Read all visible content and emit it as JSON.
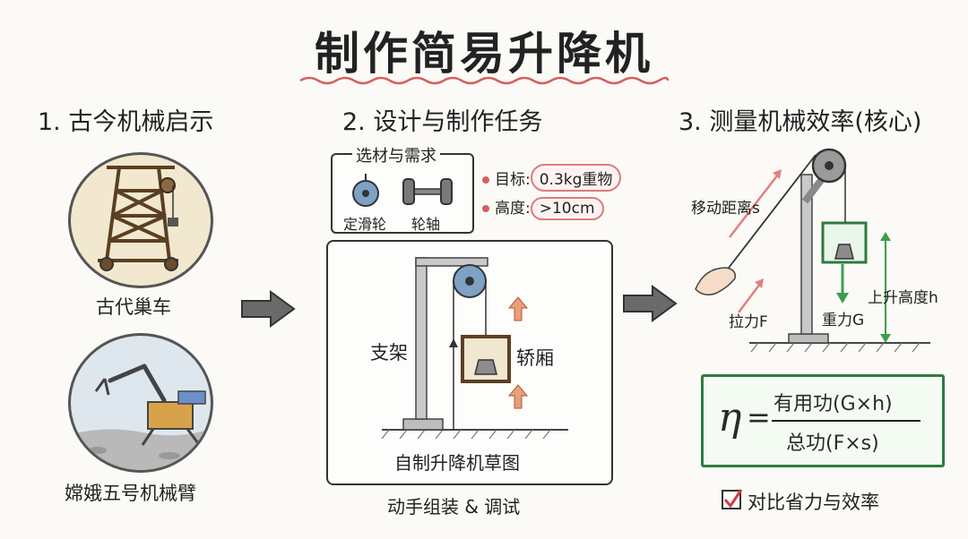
{
  "title": "制作简易升降机",
  "sections": {
    "s1": {
      "heading": "1. 古今机械启示",
      "item1": "古代巢车",
      "item2": "嫦娥五号机械臂"
    },
    "s2": {
      "heading": "2. 设计与制作任务",
      "materials_label": "选材与需求",
      "pulley_label": "定滑轮",
      "axle_label": "轮轴",
      "target_key": "目标:",
      "target_value": "0.3kg重物",
      "height_key": "高度:",
      "height_value": ">10cm",
      "frame_label": "支架",
      "car_label": "轿厢",
      "sketch_caption": "自制升降机草图",
      "bottom_caption": "动手组装 & 调试"
    },
    "s3": {
      "heading": "3. 测量机械效率(核心)",
      "distance_label": "移动距离s",
      "height_label": "上升高度h",
      "pull_label": "拉力F",
      "gravity_label": "重力G",
      "formula_symbol": "η",
      "formula_eq": "=",
      "formula_num": "有用功(G×h)",
      "formula_den": "总功(F×s)",
      "check_label": "对比省力与效率"
    }
  },
  "colors": {
    "accent_red": "#d36060",
    "accent_green": "#2f7a3f",
    "arrow_gray": "#555555"
  }
}
